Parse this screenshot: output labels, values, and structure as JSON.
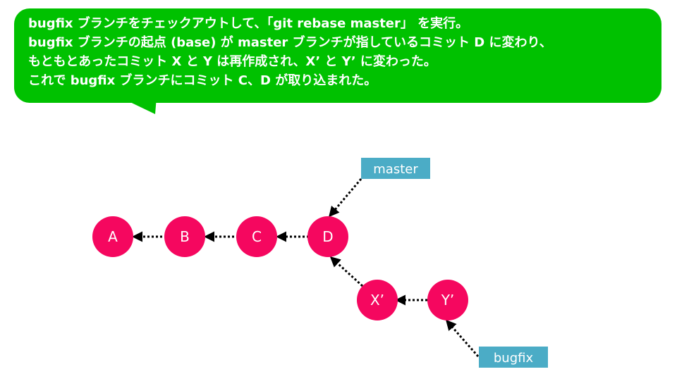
{
  "callout": {
    "lines": [
      "bugfix ブランチをチェックアウトして、「git rebase master」 を実行。",
      "bugfix ブランチの起点 (base) が master ブランチが指しているコミット D に変わり、",
      "もともとあったコミット X と Y は再作成され、X’ と Y’ に変わった。",
      "これで bugfix ブランチにコミット C、D が取り込まれた。"
    ]
  },
  "colors": {
    "callout_background": "#00c100",
    "commit_node": "#f5075f",
    "branch_label": "#4bacc6",
    "arrow": "#000000"
  },
  "commits": [
    {
      "id": "A",
      "label": "A"
    },
    {
      "id": "B",
      "label": "B"
    },
    {
      "id": "C",
      "label": "C"
    },
    {
      "id": "D",
      "label": "D"
    },
    {
      "id": "X2",
      "label": "X’"
    },
    {
      "id": "Y2",
      "label": "Y’"
    }
  ],
  "branches": [
    {
      "id": "master",
      "label": "master"
    },
    {
      "id": "bugfix",
      "label": "bugfix"
    }
  ]
}
